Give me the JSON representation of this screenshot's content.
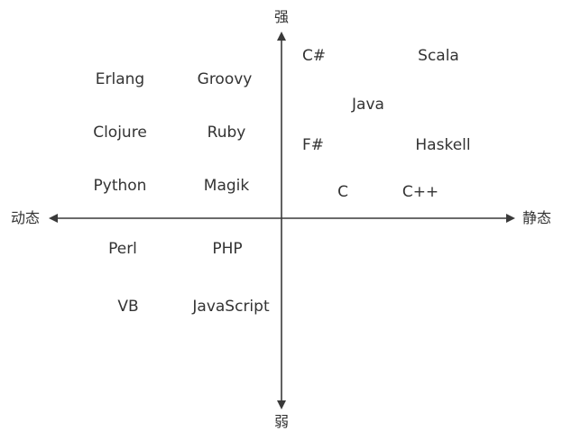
{
  "axes": {
    "top_label": "强",
    "bottom_label": "弱",
    "left_label": "动态",
    "right_label": "静态",
    "line_color": "#3a3a3a"
  },
  "languages": [
    {
      "name": "Erlang"
    },
    {
      "name": "Groovy"
    },
    {
      "name": "Clojure"
    },
    {
      "name": "Ruby"
    },
    {
      "name": "Python"
    },
    {
      "name": "Magik"
    },
    {
      "name": "Perl"
    },
    {
      "name": "PHP"
    },
    {
      "name": "VB"
    },
    {
      "name": "JavaScript"
    },
    {
      "name": "C#"
    },
    {
      "name": "Scala"
    },
    {
      "name": "Java"
    },
    {
      "name": "F#"
    },
    {
      "name": "Haskell"
    },
    {
      "name": "C"
    },
    {
      "name": "C++"
    }
  ]
}
